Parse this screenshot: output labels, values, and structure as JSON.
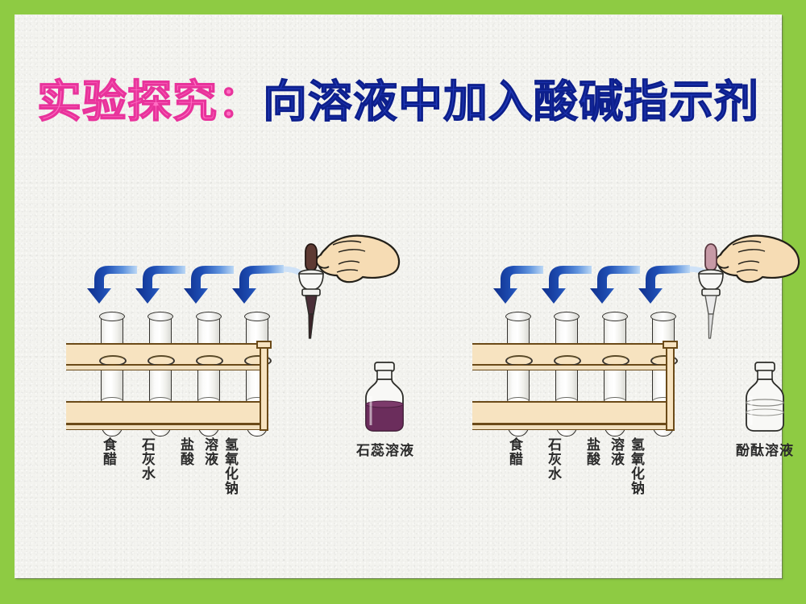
{
  "slide": {
    "border_color": "#8ecb43",
    "paper_color": "#f4f4f0"
  },
  "title": {
    "prefix": "实验探究：",
    "prefix_color": "#ff6fc4",
    "main": "向溶液中加入酸碱指示剂",
    "main_color": "#1f37b5"
  },
  "experiments": [
    {
      "id": "litmus",
      "rack_labels": [
        "食醋",
        "石灰水",
        "盐酸",
        "溶液",
        "氢氧化钠"
      ],
      "bottle_label": "石蕊溶液",
      "bottle_liquid_color": "#6b2d5c",
      "dropper_bulb_color": "#6b3b3b",
      "dropper_tip_color": "#4a2c2c",
      "arrow_color": "#1f4fb5",
      "arrow_count": 4
    },
    {
      "id": "phenolphthalein",
      "rack_labels": [
        "食醋",
        "石灰水",
        "盐酸",
        "溶液",
        "氢氧化钠"
      ],
      "bottle_label": "酚酞溶液",
      "bottle_liquid_color": "#f2f2ef",
      "dropper_bulb_color": "#c79aa6",
      "dropper_tip_color": "#8e8e8e",
      "arrow_color": "#1f4fb5",
      "arrow_count": 4
    }
  ],
  "icons": {
    "arrow": "curved-down-arrow-icon",
    "dropper": "dropper-pipette-icon",
    "hand": "hand-icon",
    "bottle": "reagent-bottle-icon",
    "test_tube": "test-tube-icon",
    "rack": "test-tube-rack-icon"
  }
}
